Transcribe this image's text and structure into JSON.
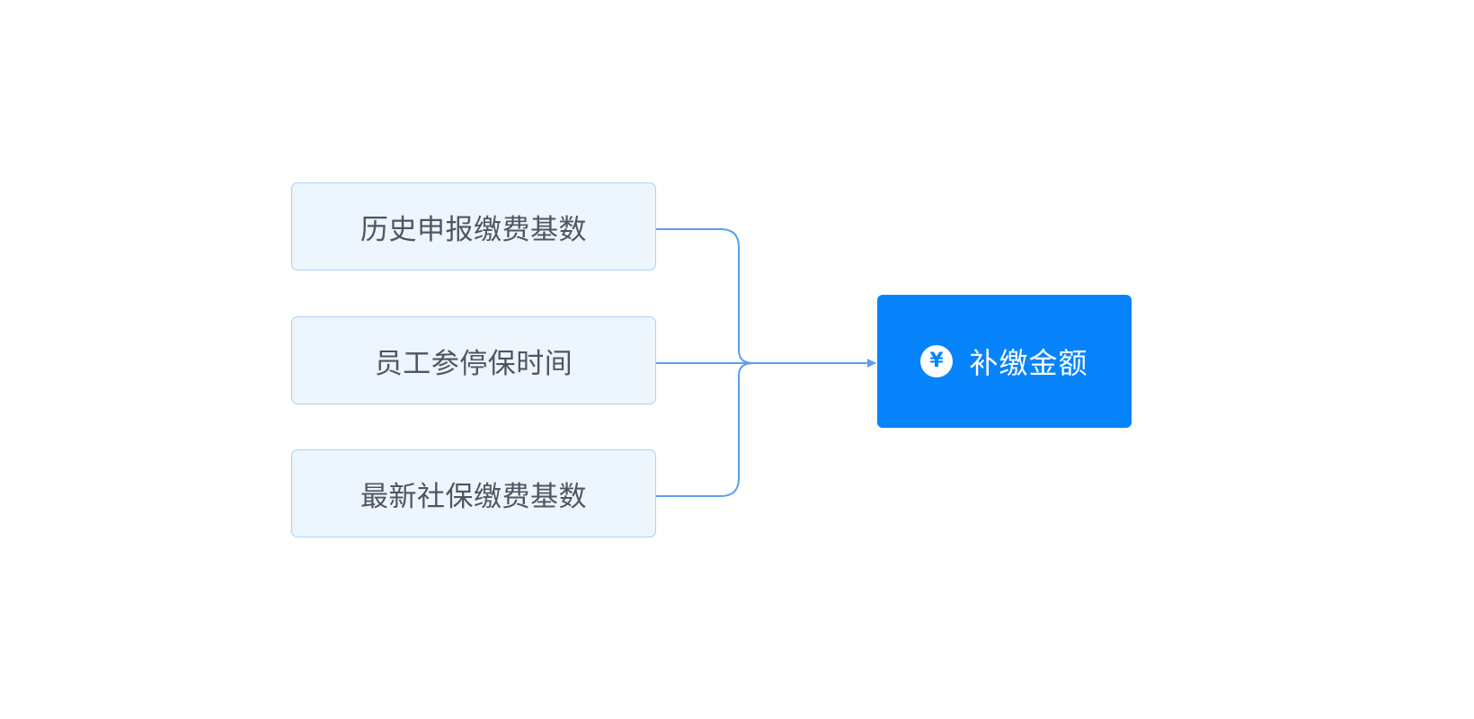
{
  "diagram": {
    "inputs": [
      {
        "label": "历史申报缴费基数"
      },
      {
        "label": "员工参停保时间"
      },
      {
        "label": "最新社保缴费基数"
      }
    ],
    "output": {
      "label": "补缴金额",
      "icon_glyph": "¥",
      "icon": "yen-circle-icon"
    },
    "colors": {
      "input_fill": "#edf5fd",
      "input_border": "#a9d1f7",
      "input_text": "#4e5565",
      "output_fill": "#0784fb",
      "output_text": "#ffffff",
      "connector": "#5b9ef4"
    }
  }
}
